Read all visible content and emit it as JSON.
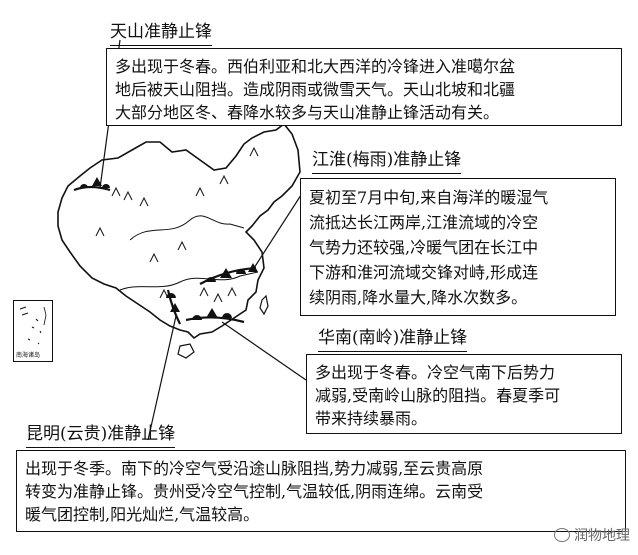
{
  "tianshan": {
    "title": "天山准静止锋",
    "lines": [
      "多出现于冬春。西伯利亚和北大西洋的冷锋进入准噶尔盆",
      "地后被天山阻挡。造成阴雨或微雪天气。天山北坡和北疆",
      "大部分地区冬、春降水较多与天山准静止锋活动有关。"
    ]
  },
  "jianghuai": {
    "title": "江淮(梅雨)准静止锋",
    "lines": [
      "夏初至7月中旬,来自海洋的暖湿气",
      "流抵达长江两岸,江淮流域的冷空",
      "气势力还较强,冷暖气团在长江中",
      "下游和淮河流域交锋对峙,形成连",
      "续阴雨,降水量大,降水次数多。"
    ]
  },
  "huanan": {
    "title": "华南(南岭)准静止锋",
    "lines": [
      "多出现于冬春。冷空气南下后势力",
      "减弱,受南岭山脉的阻挡。春夏季可",
      "带来持续暴雨。"
    ]
  },
  "kunming": {
    "title": "昆明(云贵)准静止锋",
    "lines": [
      "出现于冬季。南下的冷空气受沿途山脉阻挡,势力减弱,至云贵高原",
      "转变为准静止锋。贵州受冷空气控制,气温较低,阴雨连绵。云南受",
      "暖气团控制,阳光灿烂,气温较高。"
    ]
  },
  "map": {
    "inset_label": "南海诸岛"
  },
  "watermark": "润物地理"
}
